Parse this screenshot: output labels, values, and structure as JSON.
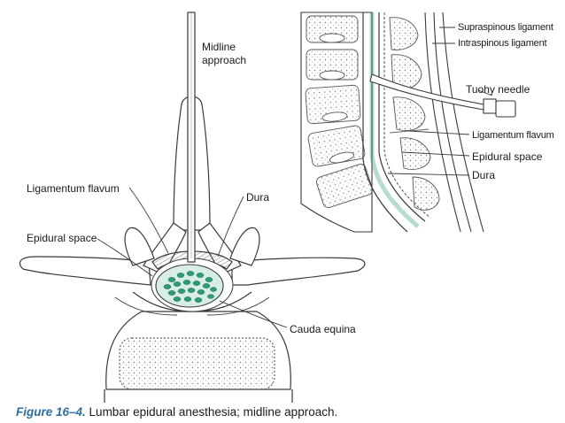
{
  "labels": {
    "midline_1": "Midline",
    "midline_2": "approach",
    "ligamentum_flavum_left": "Ligamentum flavum",
    "dura_left": "Dura",
    "epidural_space_left": "Epidural space",
    "cauda_equina": "Cauda equina",
    "supraspinous": "Supraspinous ligament",
    "intraspinous": "Intraspinous ligament",
    "tuohy": "Tuohy needle",
    "ligamentum_flavum_right": "Ligamentum flavum",
    "epidural_space_right": "Epidural space",
    "dura_right": "Dura"
  },
  "caption": {
    "number": "Figure 16–4.",
    "text": " Lumbar epidural anesthesia; midline approach."
  },
  "colors": {
    "line": "#3a3a3a",
    "cauda_equina_fill": "#2f9a78",
    "dural_sac_fill": "#d8ede6",
    "caption_accent": "#2e6f9e"
  }
}
